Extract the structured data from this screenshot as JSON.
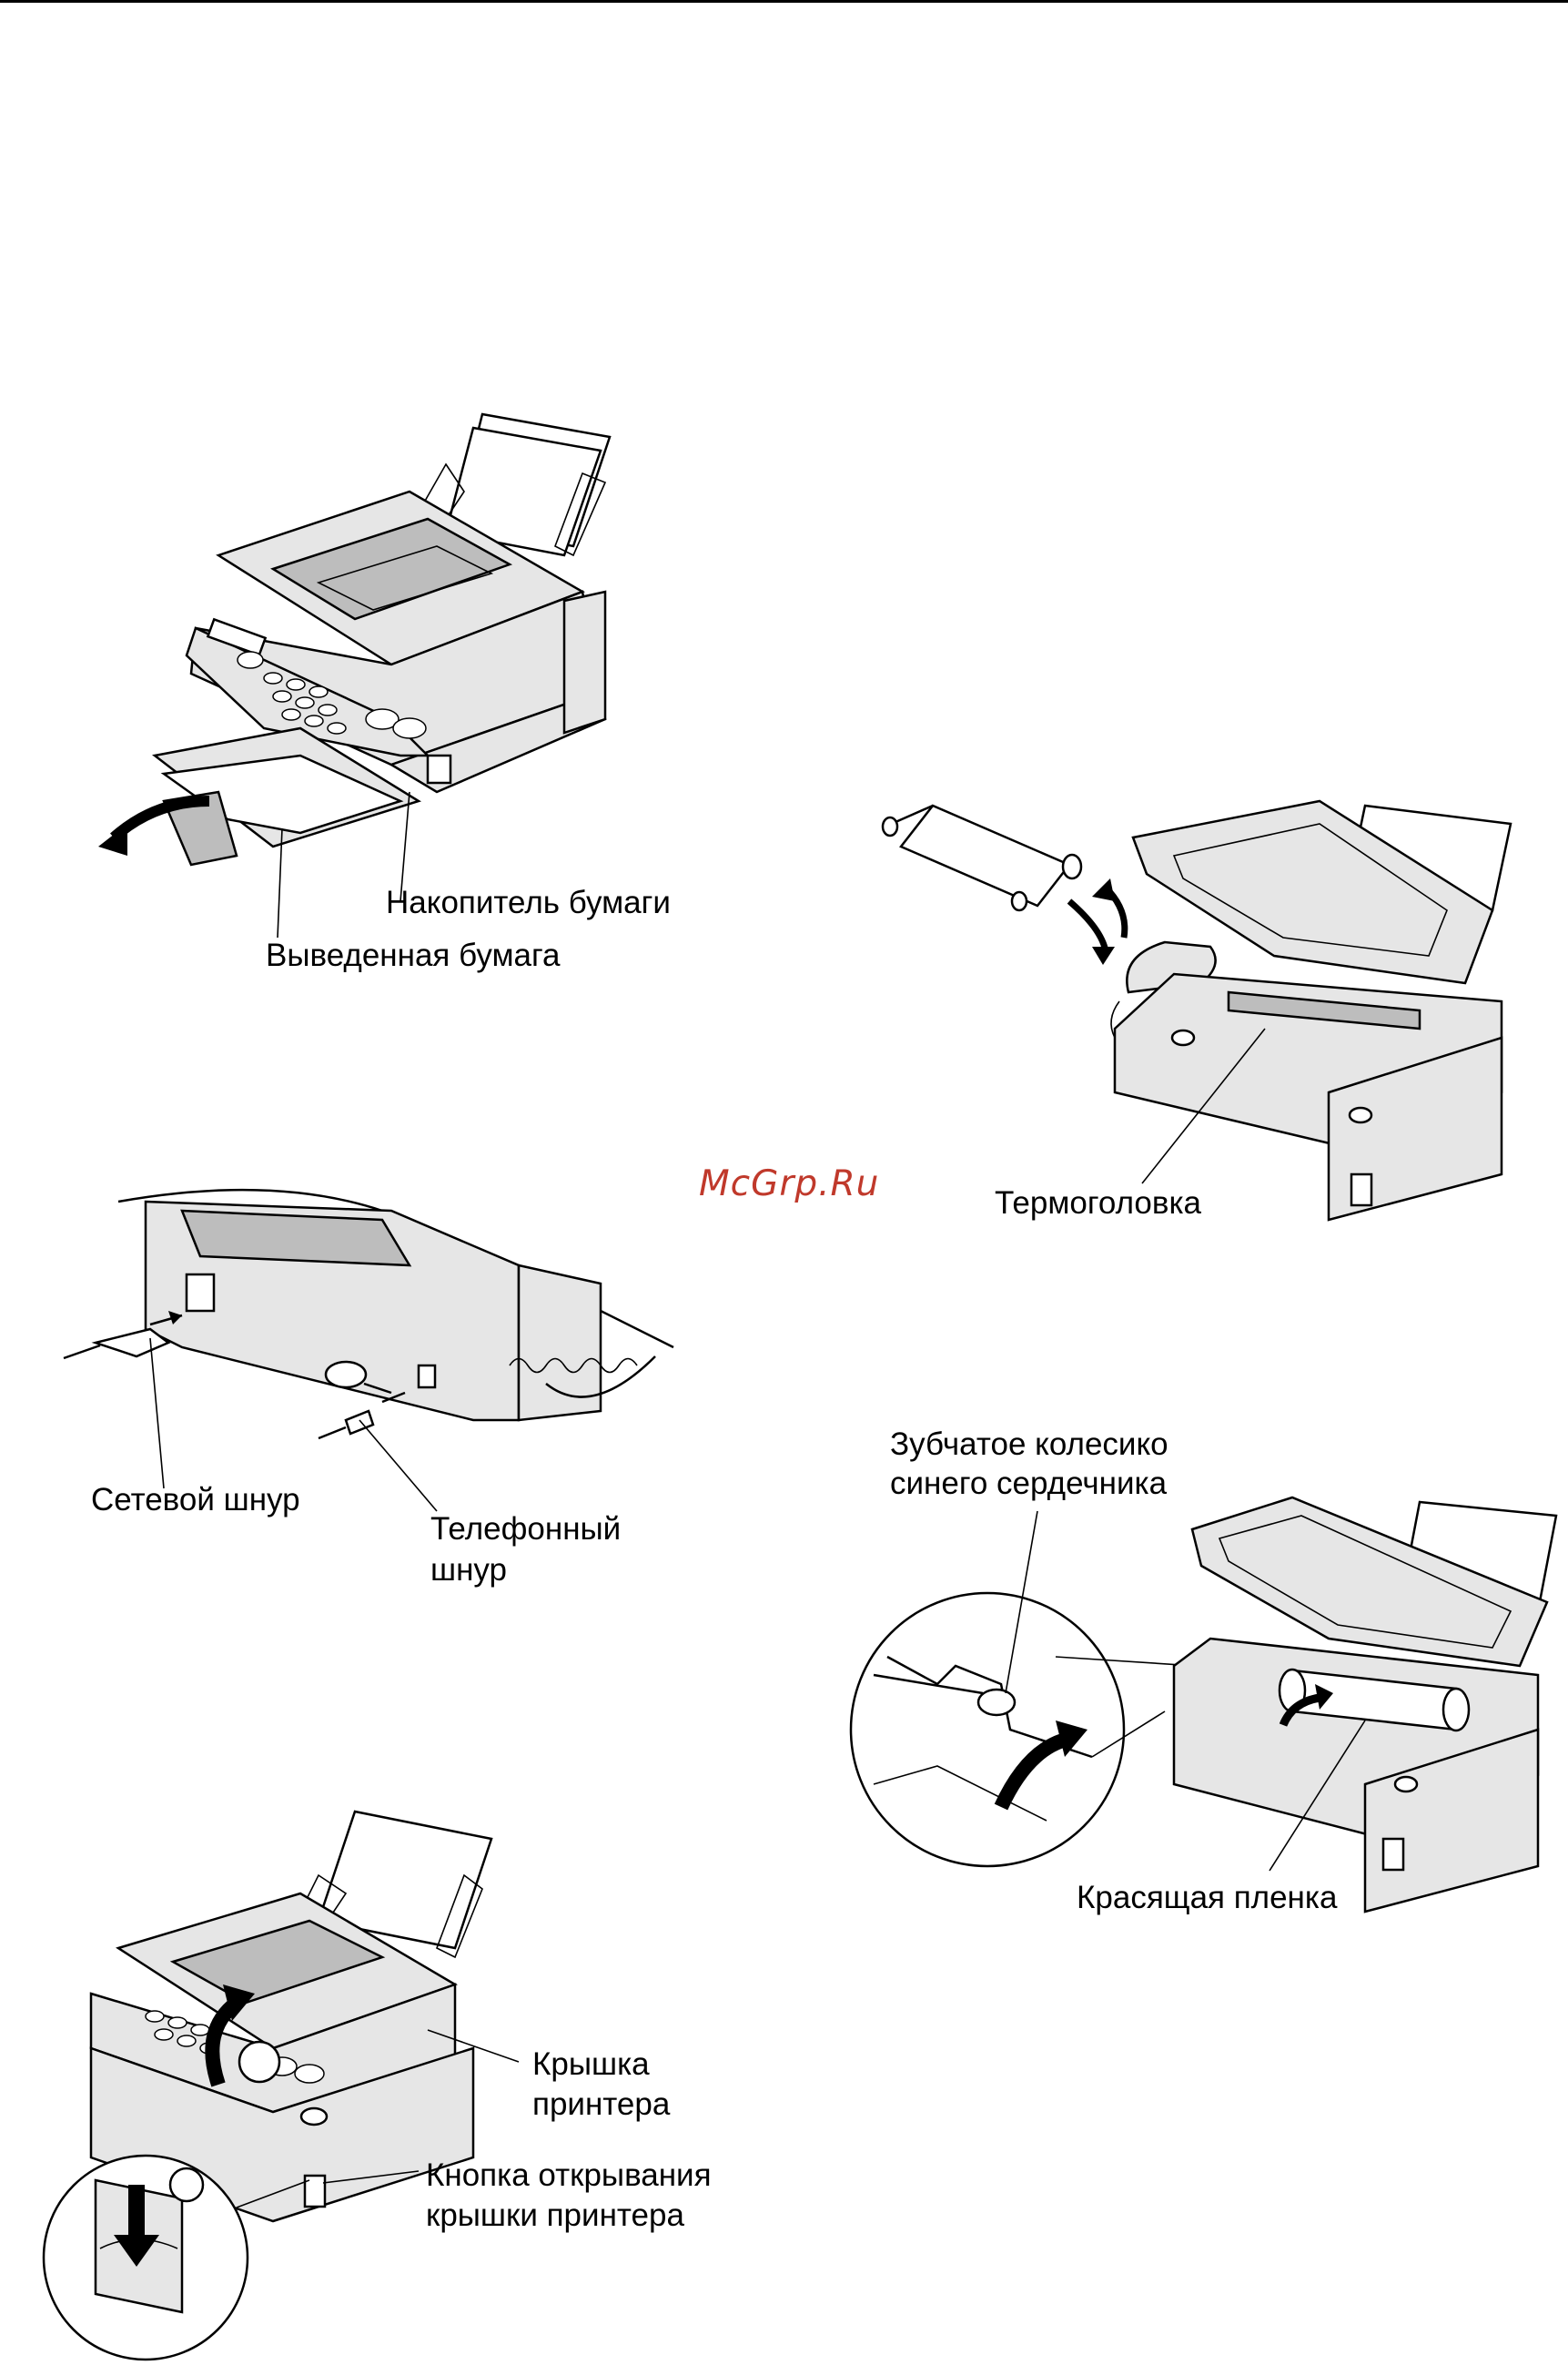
{
  "watermark": "McGrp.Ru",
  "figures": {
    "paper_output": {
      "tray_label": "Накопитель бумаги",
      "paper_label": "Выведенная бумага"
    },
    "thermal_head": {
      "label": "Термоголовка"
    },
    "cords": {
      "power_label": "Сетевой шнур",
      "phone_label_line1": "Телефонный",
      "phone_label_line2": "шнур"
    },
    "ink_film": {
      "gear_label_line1": "Зубчатое колесико",
      "gear_label_line2": "синего сердечника",
      "film_label": "Красящая пленка"
    },
    "printer_cover": {
      "cover_label_line1": "Крышка",
      "cover_label_line2": "принтера",
      "button_label_line1": "Кнопка открывания",
      "button_label_line2": "крышки принтера"
    }
  }
}
